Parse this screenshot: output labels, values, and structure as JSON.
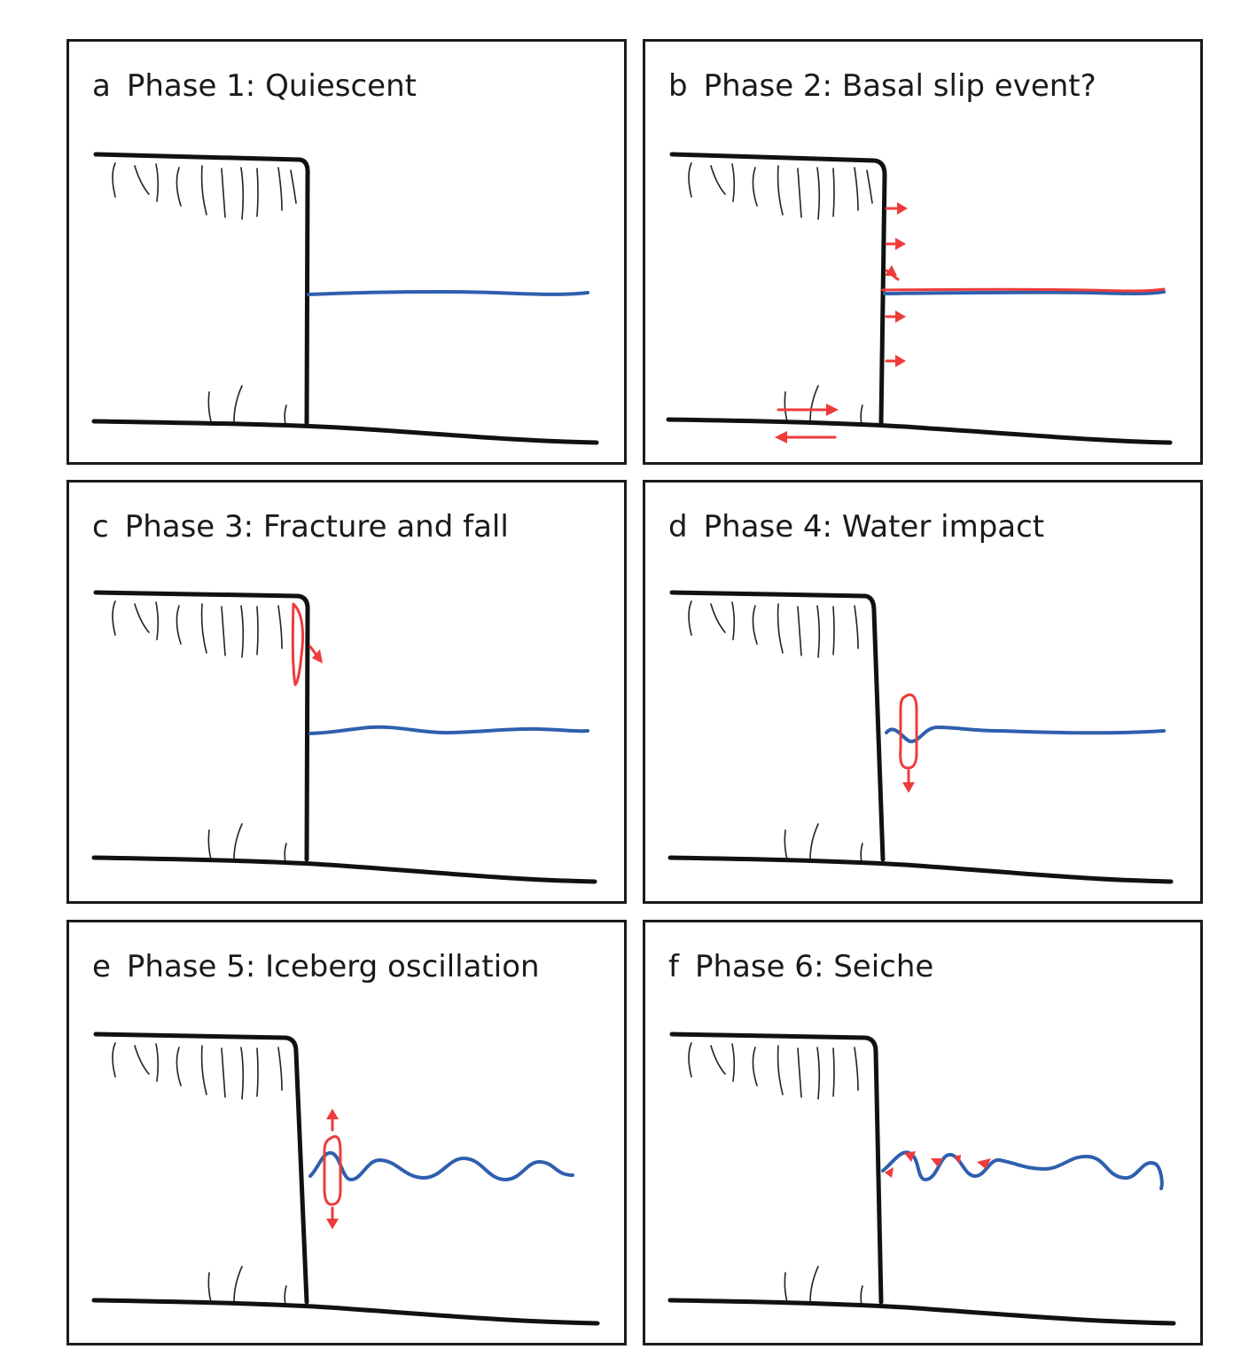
{
  "figure": {
    "panels": [
      {
        "letter": "a",
        "title": "Phase 1: Quiescent"
      },
      {
        "letter": "b",
        "title": "Phase 2: Basal slip event?"
      },
      {
        "letter": "c",
        "title": "Phase 3: Fracture and fall"
      },
      {
        "letter": "d",
        "title": "Phase 4: Water impact"
      },
      {
        "letter": "e",
        "title": "Phase 5: Iceberg oscillation"
      },
      {
        "letter": "f",
        "title": "Phase 6: Seiche"
      }
    ]
  },
  "colors": {
    "ice_outline": "#111111",
    "water_line": "#2f5fae",
    "annotation_red": "#ef3b3b"
  }
}
